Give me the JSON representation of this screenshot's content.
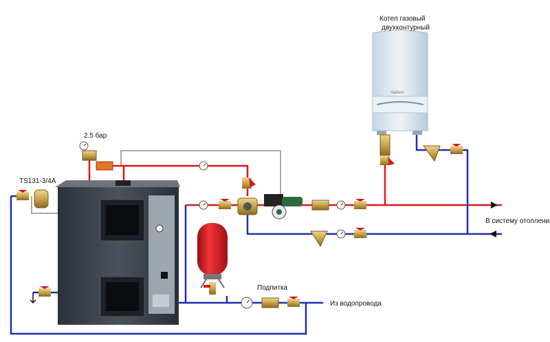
{
  "labels": {
    "gas_boiler_line1": "Котел газовый",
    "gas_boiler_line2": "двухконтурный",
    "pressure": "2.5 бар",
    "valve_model": "TS131-3/4A",
    "to_heating": "В систему отопления",
    "makeup": "Подпитка",
    "from_water_supply": "Из водопровода",
    "boiler_brand": "Vaillant"
  },
  "colors": {
    "supply_pipe": "#e0161c",
    "return_pipe": "#1d2fb5",
    "wall_boiler": "#d7e4ef",
    "brass": "#c9a24a",
    "valve_handle": "#d7161d",
    "expansion_tank": "#d8151c",
    "stove_body": "#333a44"
  }
}
